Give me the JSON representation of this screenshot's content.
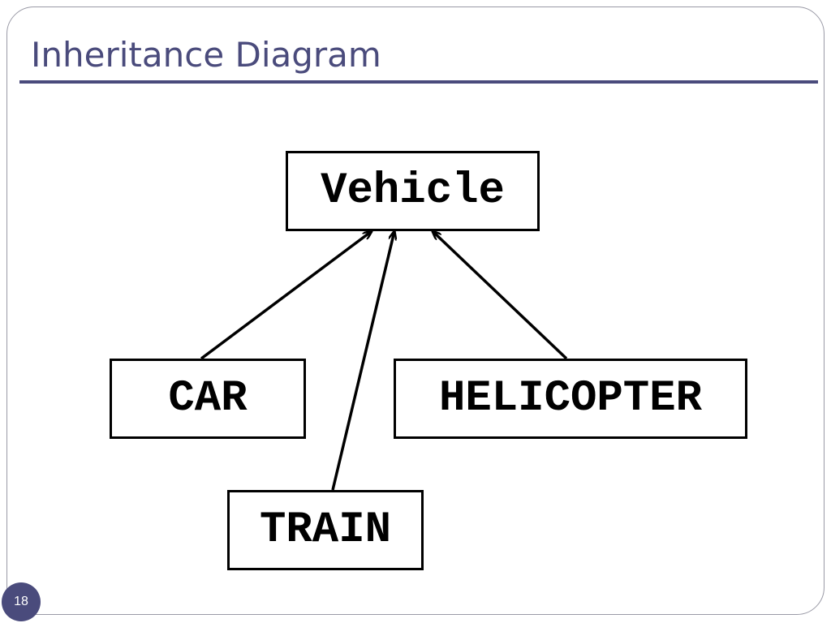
{
  "slide": {
    "title": "Inheritance Diagram",
    "page_number": "18",
    "accent_color": "#4a4b7c"
  },
  "diagram": {
    "type": "inheritance",
    "parent": "Vehicle",
    "children": [
      "CAR",
      "TRAIN",
      "HELICOPTER"
    ],
    "edges": [
      {
        "from": "CAR",
        "to": "Vehicle"
      },
      {
        "from": "TRAIN",
        "to": "Vehicle"
      },
      {
        "from": "HELICOPTER",
        "to": "Vehicle"
      }
    ]
  }
}
